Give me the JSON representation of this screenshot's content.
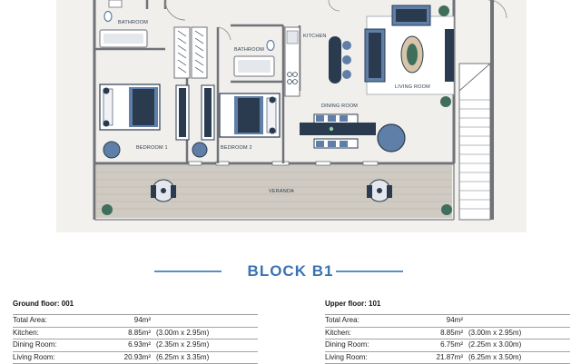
{
  "floorplan": {
    "labels": {
      "bathroom_1": "BATHROOM",
      "bathroom_2": "BATHROOM",
      "kitchen": "KITCHEN",
      "living_room": "LIVING ROOM",
      "dining_room": "DINING ROOM",
      "bedroom_1": "BEDROOM 1",
      "bedroom_2": "BEDROOM 2",
      "veranda": "VERANDA"
    },
    "colors": {
      "wall": "#6f7278",
      "floor": "#f1efeb",
      "furniture": "#2a3b50",
      "accent_blue": "#5f7fa8",
      "veranda": "#cfcac2",
      "plant": "#3f6e5c"
    }
  },
  "block": {
    "title": "BLOCK B1",
    "accent_color": "#3a73b4"
  },
  "floors": [
    {
      "heading": "Ground floor: 001",
      "rows": [
        {
          "label": "Total Area:",
          "value": "94m²",
          "dims": ""
        },
        {
          "label": "Kitchen:",
          "value": "8.85m²",
          "dims": "(3.00m x 2.95m)"
        },
        {
          "label": "Dining Room:",
          "value": "6.93m²",
          "dims": "(2.35m x 2.95m)"
        },
        {
          "label": "Living Room:",
          "value": "20.93m²",
          "dims": "(6.25m x 3.35m)"
        }
      ]
    },
    {
      "heading": "Upper floor: 101",
      "rows": [
        {
          "label": "Total Area:",
          "value": "94m²",
          "dims": ""
        },
        {
          "label": "Kitchen:",
          "value": "8.85m²",
          "dims": "(3.00m x 2.95m)"
        },
        {
          "label": "Dining Room:",
          "value": "6.75m²",
          "dims": "(2.25m x 3.00m)"
        },
        {
          "label": "Living Room:",
          "value": "21.87m²",
          "dims": "(6.25m x 3.50m)"
        }
      ]
    }
  ]
}
